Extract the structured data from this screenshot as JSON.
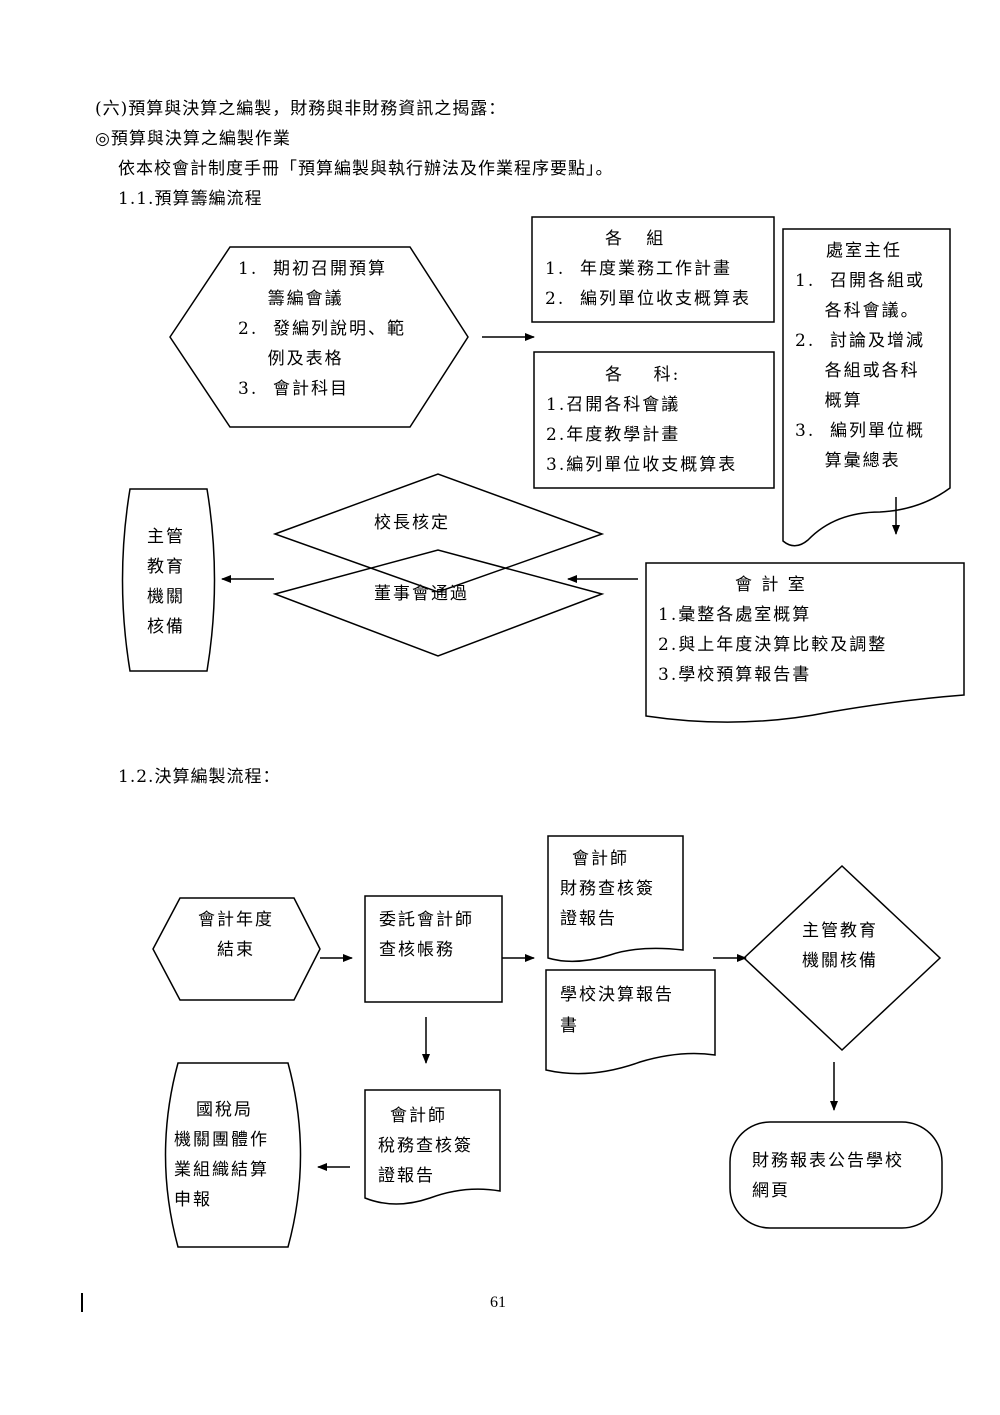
{
  "header": {
    "section_title": "(六)預算與決算之編製，財務與非財務資訊之揭露：",
    "subsection_title": "◎預算與決算之編製作業",
    "description": "依本校會計制度手冊「預算編製與執行辦法及作業程序要點」。",
    "flow1_title": "1.1.預算籌編流程",
    "flow2_title": "1.2.決算編製流程："
  },
  "budget_flow": {
    "start": [
      "1.  期初召開預算",
      "    籌編會議",
      "2.  發編列說明、範",
      "    例及表格",
      "3.  會計科目"
    ],
    "groups": {
      "title": "各   組",
      "items": [
        "1.  年度業務工作計畫",
        "2.  編列單位收支概算表"
      ]
    },
    "departments": {
      "title": "各    科:",
      "items": [
        "1.召開各科會議",
        "2.年度教學計畫",
        "3.編列單位收支概算表"
      ]
    },
    "office_head": {
      "title": "處室主任",
      "items": [
        "1.  召開各組或",
        "    各科會議。",
        "2.  討論及增減",
        "    各組或各科",
        "    概算",
        "3.  編列單位概",
        "    算彙總表"
      ]
    },
    "accounting": {
      "title": "會 計 室",
      "items": [
        "1.彙整各處室概算",
        "2.與上年度決算比較及調整",
        "3.學校預算報告書"
      ]
    },
    "principal": "校長核定",
    "board": "董事會通過",
    "authority": [
      "主管",
      "教育",
      "機關",
      "核備"
    ]
  },
  "final_flow": {
    "year_end": [
      "會計年度",
      "結束"
    ],
    "audit": [
      "委託會計師",
      "查核帳務"
    ],
    "cpa_report": [
      "會計師",
      "財務查核簽",
      "證報告"
    ],
    "school_report": [
      "學校決算報告",
      "書"
    ],
    "authority": [
      "主管教育",
      "機關核備"
    ],
    "tax_report": [
      "會計師",
      "稅務查核簽",
      "證報告"
    ],
    "tax_bureau": [
      "國稅局",
      "機關團體作",
      "業組織結算",
      "申報"
    ],
    "publish": [
      "財務報表公告學校",
      "網頁"
    ]
  },
  "footer": {
    "page_number": "61"
  }
}
